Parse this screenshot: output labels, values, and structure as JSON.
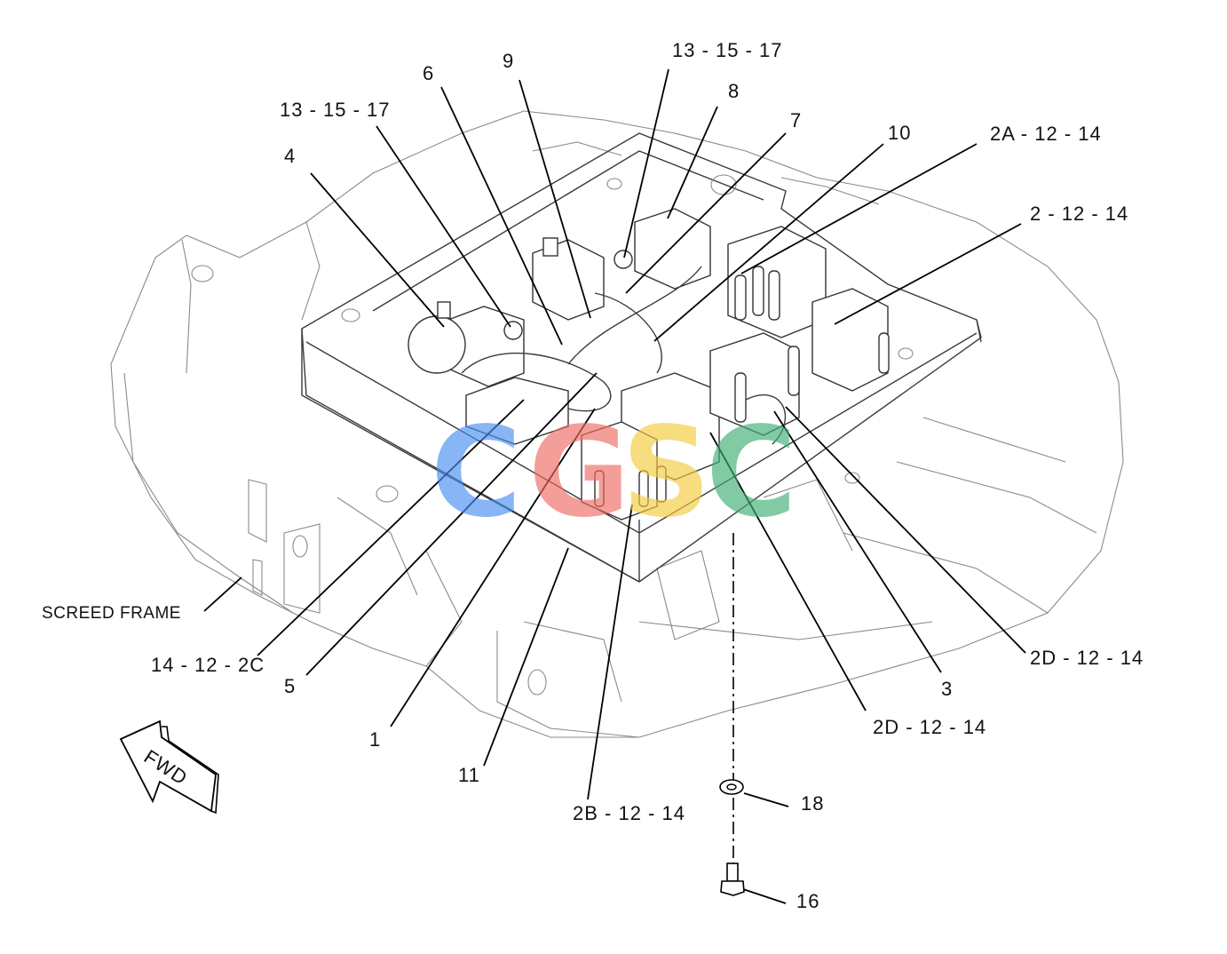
{
  "labels": {
    "l_13_15_17_top": "13 - 15 - 17",
    "l_9": "9",
    "l_6": "6",
    "l_8": "8",
    "l_13_15_17_left": "13 - 15 - 17",
    "l_7": "7",
    "l_10": "10",
    "l_2a": "2A - 12 - 14",
    "l_4": "4",
    "l_2": "2 - 12 - 14",
    "l_screed": "SCREED FRAME",
    "l_14_12_2c": "14 - 12 - 2C",
    "l_5": "5",
    "l_1": "1",
    "l_11": "11",
    "l_2b": "2B - 12 - 14",
    "l_2d_right": "2D - 12 - 14",
    "l_3": "3",
    "l_2d_bottom": "2D - 12 - 14",
    "l_18": "18",
    "l_16": "16",
    "fwd": "FWD"
  },
  "watermark": {
    "letters": [
      "C",
      "G",
      "S",
      "C"
    ],
    "colors": [
      "#4a8ef0",
      "#ef6b63",
      "#f4cb3c",
      "#3fae74"
    ]
  }
}
